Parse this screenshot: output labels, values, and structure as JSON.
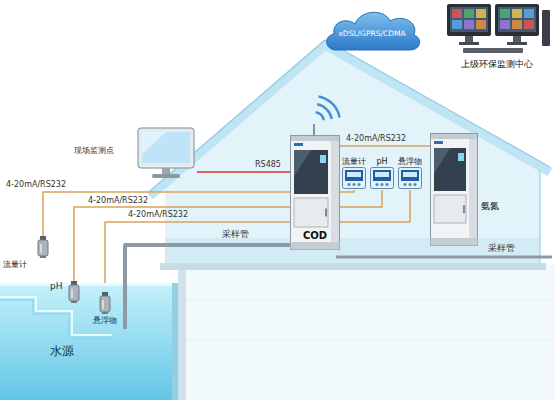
{
  "diagram": {
    "nodes": [
      {
        "text": [
          "xDSL/GPRS/CDMA"
        ]
      },
      {
        "text": [
          "上级环保监测中心"
        ]
      },
      {
        "text": [
          "现场监测点"
        ]
      },
      {
        "text": [
          "COD"
        ]
      },
      {
        "text": [
          "流量计"
        ]
      },
      {
        "text": [
          "pH"
        ]
      },
      {
        "text": [
          "悬浮物"
        ]
      },
      {
        "text": [
          "氨氮"
        ]
      },
      {
        "text": [
          "流量计"
        ]
      },
      {
        "text": [
          "pH"
        ]
      },
      {
        "text": [
          "悬浮物"
        ]
      },
      {
        "text": [
          "水源"
        ]
      }
    ],
    "edges": [
      {
        "from": 8,
        "to": 4,
        "arrow": "none",
        "label": "4-20mA/RS232"
      },
      {
        "from": 9,
        "to": 5,
        "arrow": "none",
        "label": "4-20mA/RS232"
      },
      {
        "from": 10,
        "to": 6,
        "arrow": "none",
        "label": "4-20mA/RS232"
      },
      {
        "from": 2,
        "to": 3,
        "arrow": "none",
        "label": "RS485"
      },
      {
        "from": 3,
        "to": 7,
        "arrow": "none",
        "label": "4-20mA/RS232"
      },
      {
        "from": 11,
        "to": 3,
        "arrow": "none",
        "label": "采样管"
      }
    ],
    "labels": [
      "采样管"
    ]
  }
}
